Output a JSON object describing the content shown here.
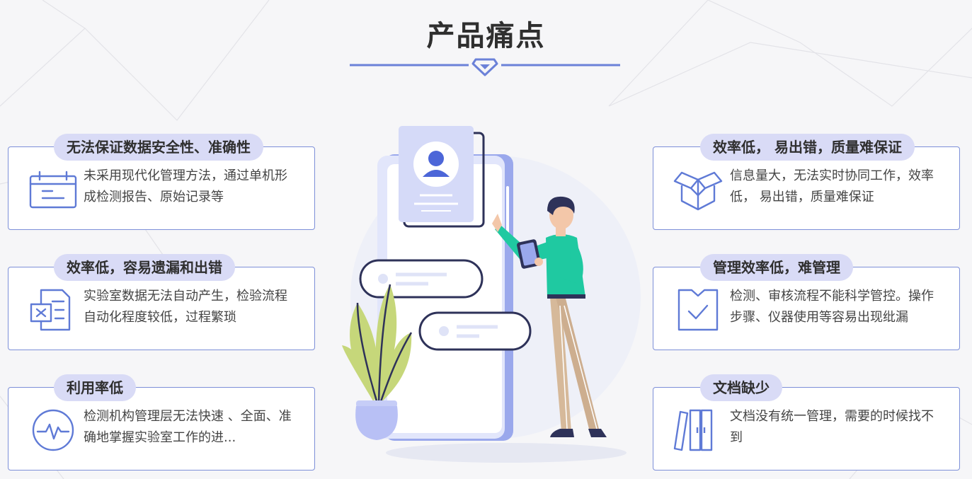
{
  "title": "产品痛点",
  "colors": {
    "accent": "#6b81d8",
    "label_bg": "#d9dbf6",
    "card_border": "#7d8fd8",
    "person_shirt": "#1fc9a1",
    "person_pants": "#d6b99a"
  },
  "left_cards": [
    {
      "label": "无法保证数据安全性、准确性",
      "desc": "未采用现代化管理方法，通过单机形成检测报告、原始记录等",
      "icon": "calendar-icon"
    },
    {
      "label": "效率低，容易遗漏和出错",
      "desc": "实验室数据无法自动产生，检验流程自动化程度较低，过程繁琐",
      "icon": "spreadsheet-icon"
    },
    {
      "label": "利用率低",
      "desc": "检测机构管理层无法快速 、全面、准确地掌握实验室工作的进...",
      "icon": "pulse-icon"
    }
  ],
  "right_cards": [
    {
      "label": "效率低， 易出错，质量难保证",
      "desc": "信息量大，无法实时协同工作，效率低， 易出错，质量难保证",
      "icon": "box-icon"
    },
    {
      "label": "管理效率低，难管理",
      "desc": "检测、审核流程不能科学管控。操作步骤、仪器使用等容易出现纰漏",
      "icon": "checklist-icon"
    },
    {
      "label": "文档缺少",
      "desc": "文档没有统一管理，需要的时候找不到",
      "icon": "folders-icon"
    }
  ]
}
